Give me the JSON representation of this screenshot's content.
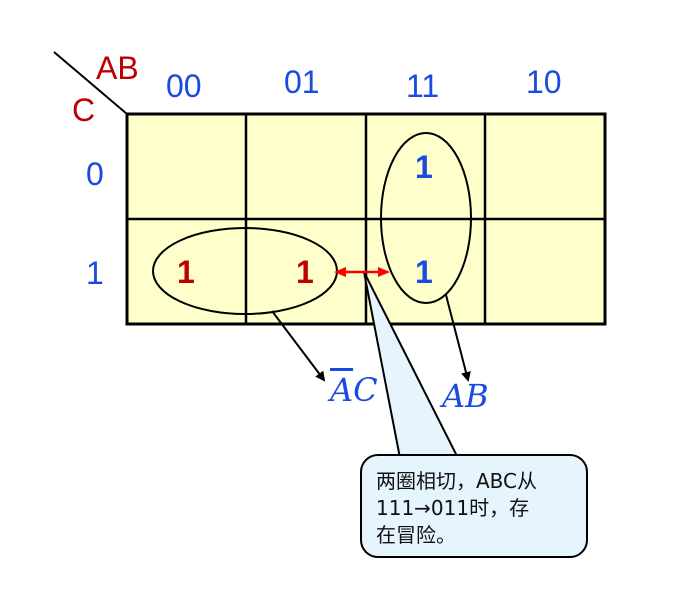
{
  "kmap": {
    "row_var": "C",
    "col_var": "AB",
    "col_codes": [
      "00",
      "01",
      "11",
      "10"
    ],
    "row_codes": [
      "0",
      "1"
    ],
    "cells": [
      [
        "",
        "",
        "1",
        ""
      ],
      [
        "1",
        "1",
        "1",
        ""
      ]
    ],
    "cell_fill": "#ffffcc"
  },
  "groups": [
    {
      "term": "AC",
      "term_display": "A̅C",
      "bar_on": "A",
      "cells": [
        "m1",
        "m3"
      ],
      "label_A": "A",
      "label_C": "C"
    },
    {
      "term": "AB",
      "cells": [
        "m6",
        "m7"
      ]
    }
  ],
  "terms": {
    "g1_overbar_letter": "A",
    "g1_rest": "C",
    "g2": "AB"
  },
  "callout": {
    "line1": "两圈相切，ABC从",
    "line2": "111→011时，存",
    "line3": "在冒险。"
  },
  "colors": {
    "variable": "#c00000",
    "code": "#1a4be0",
    "arrow_hazard": "#ff0000",
    "callout_fill": "#e6f4fe"
  }
}
